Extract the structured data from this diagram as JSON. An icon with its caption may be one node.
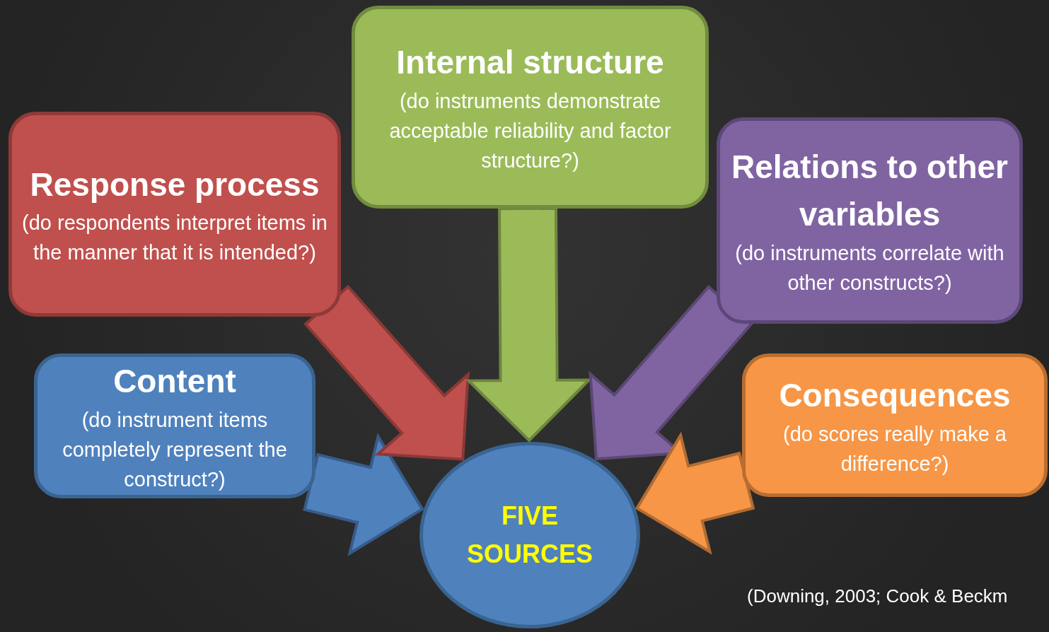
{
  "diagram": {
    "nodes": [
      {
        "text": [
          "Content",
          "(do instrument items completely represent the construct?)"
        ]
      },
      {
        "text": [
          "Response process",
          "(do respondents interpret items in the manner that it is intended?)"
        ]
      },
      {
        "text": [
          "Internal structure",
          "(do instruments demonstrate acceptable reliability and factor structure?)"
        ]
      },
      {
        "text": [
          "Relations to other variables",
          "(do instruments correlate with other constructs?)"
        ]
      },
      {
        "text": [
          "Consequences",
          "(do scores really make a difference?)"
        ]
      },
      {
        "text": [
          "FIVE SOURCES"
        ]
      }
    ],
    "edges": [
      {
        "from": 0,
        "to": 5,
        "arrow": "to",
        "style": "thick",
        "color": "#4f81bd"
      },
      {
        "from": 1,
        "to": 5,
        "arrow": "to",
        "style": "thick",
        "color": "#c0504d"
      },
      {
        "from": 2,
        "to": 5,
        "arrow": "to",
        "style": "thick",
        "color": "#9bbb59"
      },
      {
        "from": 3,
        "to": 5,
        "arrow": "to",
        "style": "thick",
        "color": "#8064a2"
      },
      {
        "from": 4,
        "to": 5,
        "arrow": "to",
        "style": "thick",
        "color": "#f79646"
      }
    ],
    "labels": [
      "(Downing, 2003; Cook & Beckm"
    ]
  }
}
